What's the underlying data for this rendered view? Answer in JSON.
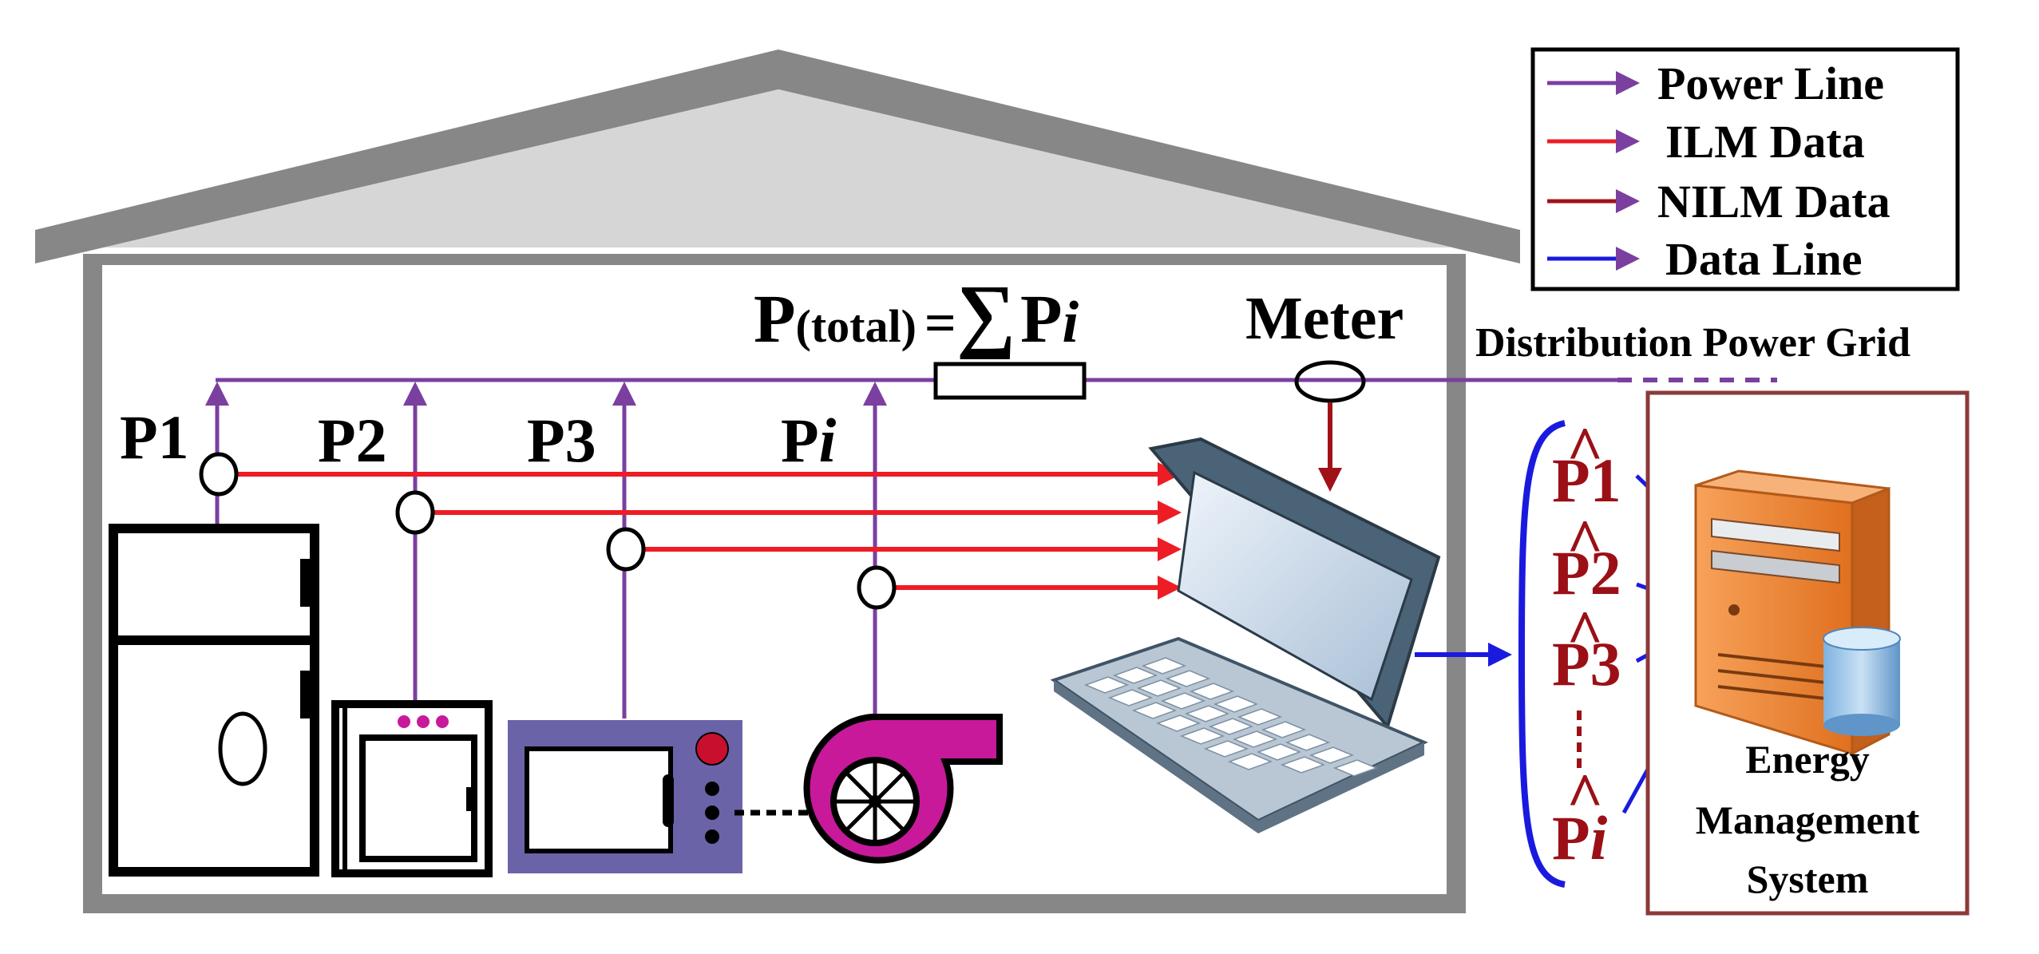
{
  "equation": {
    "lhs_main": "P",
    "lhs_sub": "(total)",
    "equals": "=",
    "sigma": "∑",
    "rhs_main": "P",
    "rhs_sub": "i"
  },
  "meter": {
    "label": "Meter"
  },
  "grid": {
    "label": "Distribution Power Grid"
  },
  "loads": [
    {
      "main": "P",
      "sub": "1"
    },
    {
      "main": "P",
      "sub": "2"
    },
    {
      "main": "P",
      "sub": "3"
    },
    {
      "main": "P",
      "sub": "i"
    }
  ],
  "estimates": [
    {
      "hat": "^",
      "main": "P",
      "sub": "1"
    },
    {
      "hat": "^",
      "main": "P",
      "sub": "2"
    },
    {
      "hat": "^",
      "main": "P",
      "sub": "3"
    },
    {
      "hat": "^",
      "main": "P",
      "sub": "i"
    }
  ],
  "ems": {
    "line1": "Energy",
    "line2": "Management",
    "line3": "System"
  },
  "legend": {
    "items": [
      {
        "label": "Power Line",
        "color": "#7b3fa0"
      },
      {
        "label": "ILM Data",
        "color": "#ee1c24"
      },
      {
        "label": "NILM Data",
        "color": "#a01218"
      },
      {
        "label": "Data Line",
        "color": "#1a1adf"
      }
    ]
  },
  "colors": {
    "power": "#7b3fa0",
    "ilm": "#ee1c24",
    "nilm": "#a01218",
    "data": "#1a1adf",
    "house": "#878787",
    "roof_fill": "#d6d6d6",
    "estimate_text": "#9b1016",
    "fan": "#c8199a",
    "microwave": "#6b63a8",
    "server": "#f08a3a",
    "ems_border": "#8b3a3a"
  }
}
